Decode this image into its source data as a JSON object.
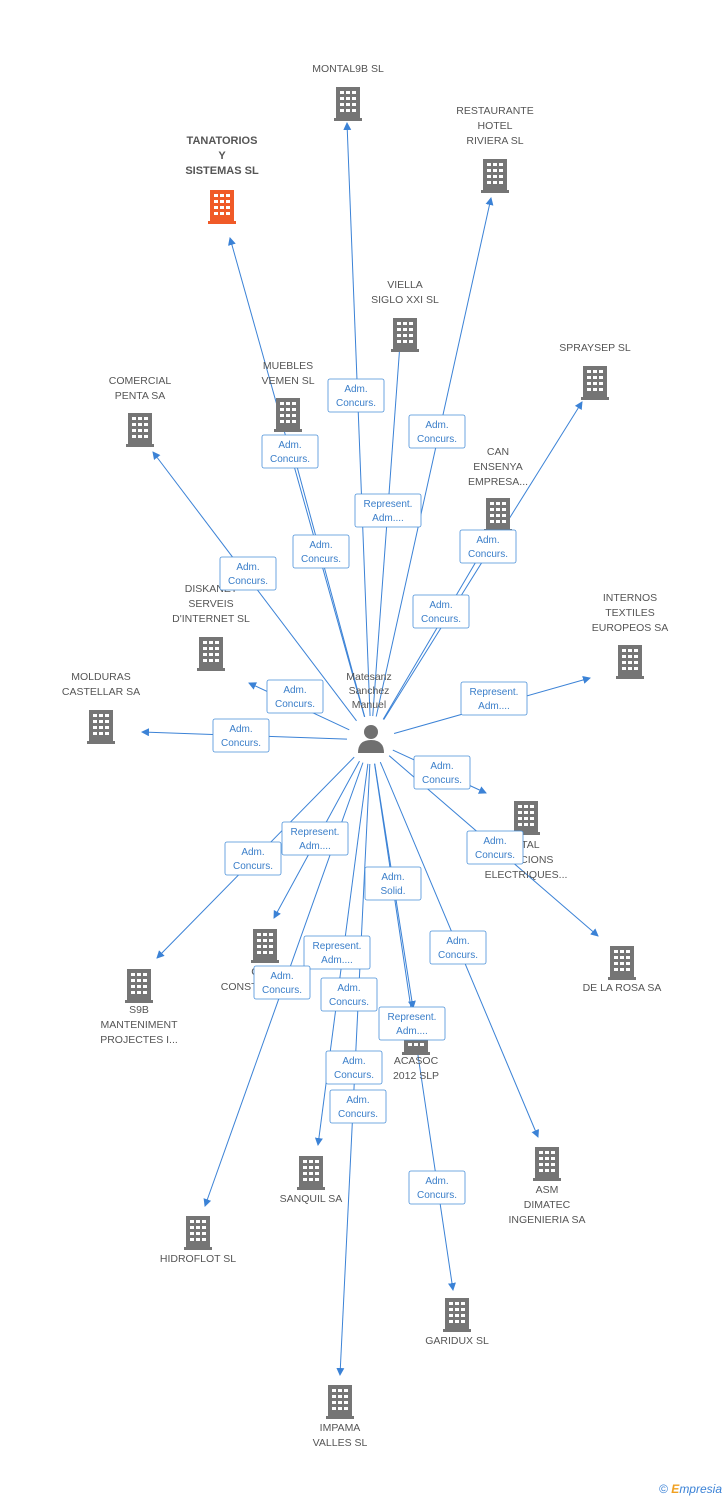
{
  "colors": {
    "edge": "#3b82d6",
    "building": "#757575",
    "focus_building": "#f05a28",
    "label": "#555555"
  },
  "center": {
    "label_lines": [
      "Matesanz",
      "Sanchez",
      "Manuel"
    ],
    "icon": "person-icon"
  },
  "nodes": [
    {
      "id": "tanatorios",
      "label_lines": [
        "TANATORIOS",
        "Y",
        "SISTEMAS SL"
      ],
      "focus": true
    },
    {
      "id": "montal9b",
      "label_lines": [
        "MONTAL9B SL"
      ]
    },
    {
      "id": "restaurante",
      "label_lines": [
        "RESTAURANTE",
        "HOTEL",
        "RIVIERA SL"
      ]
    },
    {
      "id": "viella",
      "label_lines": [
        "VIELLA",
        "SIGLO XXI SL"
      ]
    },
    {
      "id": "spraysep",
      "label_lines": [
        "SPRAYSEP SL"
      ]
    },
    {
      "id": "comercial",
      "label_lines": [
        "COMERCIAL",
        "PENTA SA"
      ]
    },
    {
      "id": "muebles",
      "label_lines": [
        "MUEBLES",
        "VEMEN SL"
      ]
    },
    {
      "id": "canensenya",
      "label_lines": [
        "CAN",
        "ENSENYA",
        "EMPRESA..."
      ]
    },
    {
      "id": "diskanet",
      "label_lines": [
        "DISKANET",
        "SERVEIS",
        "D'INTERNET SL"
      ]
    },
    {
      "id": "internos",
      "label_lines": [
        "INTERNOS",
        "TEXTILES",
        "EUROPEOS SA"
      ]
    },
    {
      "id": "molduras",
      "label_lines": [
        "MOLDURAS",
        "CASTELLAR SA"
      ]
    },
    {
      "id": "instal",
      "label_lines": [
        "...TAL",
        "...LACIONS",
        "ELECTRIQUES..."
      ]
    },
    {
      "id": "delarosa",
      "label_lines": [
        "DE LA ROSA SA"
      ]
    },
    {
      "id": "s9b",
      "label_lines": [
        "S9B",
        "MANTENIMENT",
        "PROJECTES I..."
      ]
    },
    {
      "id": "gui",
      "label_lines": [
        "GUI...",
        "CONSTRUCTORS"
      ]
    },
    {
      "id": "acasoc",
      "label_lines": [
        "ACASOC",
        "2012 SLP"
      ]
    },
    {
      "id": "sanquil",
      "label_lines": [
        "SANQUIL SA"
      ]
    },
    {
      "id": "asm",
      "label_lines": [
        "ASM",
        "DIMATEC",
        "INGENIERIA SA"
      ]
    },
    {
      "id": "hidroflot",
      "label_lines": [
        "HIDROFLOT SL"
      ]
    },
    {
      "id": "garidux",
      "label_lines": [
        "GARIDUX SL"
      ]
    },
    {
      "id": "impama",
      "label_lines": [
        "IMPAMA",
        "VALLES SL"
      ]
    }
  ],
  "relations": [
    {
      "target": "montal9b",
      "label_lines": [
        "Adm.",
        "Concurs."
      ]
    },
    {
      "target": "restaurante",
      "label_lines": [
        "Adm.",
        "Concurs."
      ]
    },
    {
      "target": "viella",
      "label_lines": [
        "Represent.",
        "Adm...."
      ]
    },
    {
      "target": "tanatorios",
      "label_lines": [
        "Adm.",
        "Concurs."
      ]
    },
    {
      "target": "muebles",
      "label_lines": [
        "Adm.",
        "Concurs."
      ]
    },
    {
      "target": "canensenya",
      "label_lines": [
        "Adm.",
        "Concurs."
      ]
    },
    {
      "target": "comercial",
      "label_lines": [
        "Adm.",
        "Concurs."
      ]
    },
    {
      "target": "spraysep",
      "label_lines": [
        "Adm.",
        "Concurs."
      ]
    },
    {
      "target": "diskanet",
      "label_lines": [
        "Adm.",
        "Concurs."
      ]
    },
    {
      "target": "internos",
      "label_lines": [
        "Represent.",
        "Adm...."
      ]
    },
    {
      "target": "molduras",
      "label_lines": [
        "Adm.",
        "Concurs."
      ]
    },
    {
      "target": "instal",
      "label_lines": [
        "Adm.",
        "Concurs."
      ]
    },
    {
      "target": "delarosa",
      "label_lines": [
        "Adm.",
        "Concurs."
      ]
    },
    {
      "target": "gui",
      "label_lines": [
        "Represent.",
        "Adm...."
      ]
    },
    {
      "target": "s9b",
      "label_lines": [
        "Adm.",
        "Concurs."
      ]
    },
    {
      "target": "acasoc",
      "label_lines": [
        "Adm.",
        "Solid."
      ]
    },
    {
      "target": "asm",
      "label_lines": [
        "Adm.",
        "Concurs."
      ]
    },
    {
      "target": "sanquil",
      "label_lines": [
        "Represent.",
        "Adm...."
      ]
    },
    {
      "target": "hidroflot",
      "label_lines": [
        "Adm.",
        "Concurs."
      ]
    },
    {
      "target": "impama",
      "label_lines": [
        "Adm.",
        "Concurs."
      ]
    },
    {
      "target": "acasoc",
      "label_lines": [
        "Represent.",
        "Adm...."
      ]
    },
    {
      "target": "sanquil",
      "label_lines": [
        "Adm.",
        "Concurs."
      ]
    },
    {
      "target": "sanquil",
      "label_lines": [
        "Adm.",
        "Concurs."
      ]
    },
    {
      "target": "garidux",
      "label_lines": [
        "Adm.",
        "Concurs."
      ]
    }
  ],
  "footer": {
    "copyright": "©",
    "brand_first": "E",
    "brand_rest": "mpresia"
  }
}
